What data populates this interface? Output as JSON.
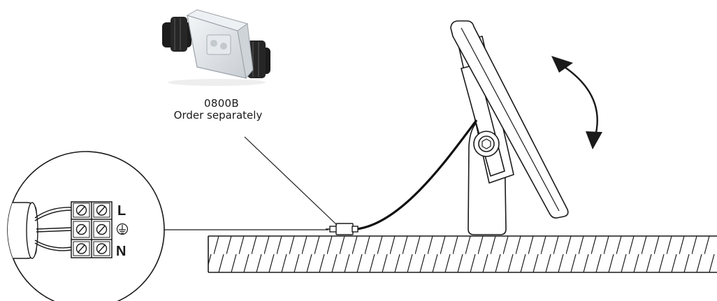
{
  "product": {
    "model": "0800B",
    "note": "Order separately"
  },
  "terminals": {
    "live": "L",
    "neutral": "N",
    "earth_icon": "earth-ground-icon"
  },
  "colors": {
    "line": "#1a1a1a",
    "cable": "#111111",
    "connector_body": "#d9dde1",
    "gland": "#1c1c1c",
    "background": "#ffffff"
  }
}
